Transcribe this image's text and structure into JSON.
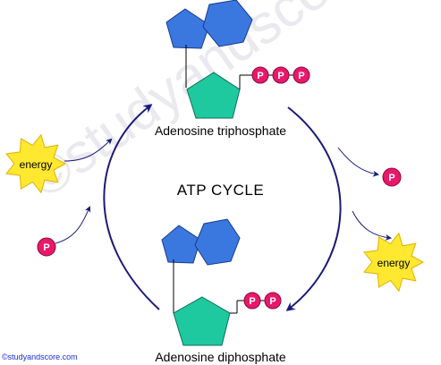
{
  "diagram": {
    "watermark": "©studyandscore.com",
    "cycle_title": "ATP CYCLE",
    "atp_label": "Adenosine triphosphate",
    "adp_label": "Adenosine diphosphate",
    "phosphate_symbol": "P",
    "energy_label": "energy",
    "copyright": "©studyandscore.com"
  },
  "colors": {
    "hexagon": "#3a78e0",
    "pentagon": "#1ec9a0",
    "phosphate": "#e8186b",
    "energy_burst": "#ffe830",
    "arrow": "#1a1a7a"
  }
}
